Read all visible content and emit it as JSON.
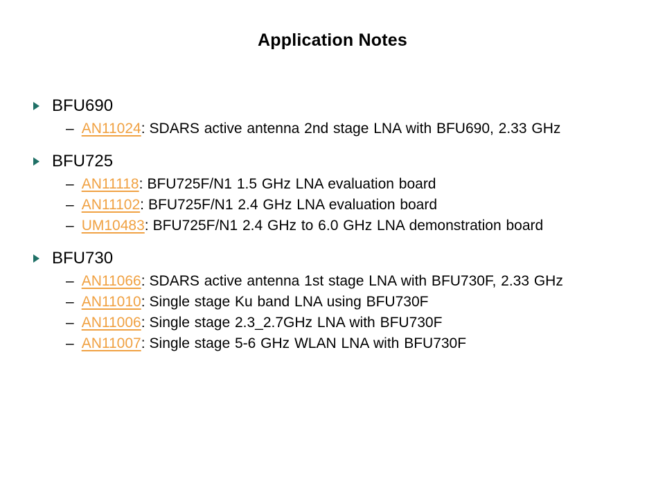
{
  "slide": {
    "title": "Application Notes"
  },
  "colors": {
    "link": "#F0A142",
    "bullet": "#1F7066",
    "text": "#000000",
    "background": "#FFFFFF"
  },
  "misc": {
    "dash": "–",
    "separator": ":",
    "bullet_icon": "triangle-right"
  },
  "sections": [
    {
      "product": "BFU690",
      "items": [
        {
          "doc": "AN11024",
          "desc": "SDARS active antenna 2nd stage LNA with BFU690, 2.33 GHz"
        }
      ]
    },
    {
      "product": "BFU725",
      "items": [
        {
          "doc": "AN11118",
          "desc": "BFU725F/N1 1.5 GHz LNA evaluation board"
        },
        {
          "doc": "AN11102",
          "desc": "BFU725F/N1 2.4 GHz LNA evaluation board"
        },
        {
          "doc": "UM10483",
          "desc": "BFU725F/N1 2.4 GHz to 6.0 GHz LNA demonstration board"
        }
      ]
    },
    {
      "product": "BFU730",
      "items": [
        {
          "doc": "AN11066",
          "desc": "SDARS active antenna 1st stage LNA with BFU730F, 2.33 GHz"
        },
        {
          "doc": "AN11010",
          "desc": "Single stage Ku band LNA using BFU730F"
        },
        {
          "doc": "AN11006",
          "desc": "Single stage 2.3_2.7GHz LNA with BFU730F"
        },
        {
          "doc": "AN11007",
          "desc": "Single stage 5-6 GHz WLAN LNA with BFU730F"
        }
      ]
    }
  ]
}
